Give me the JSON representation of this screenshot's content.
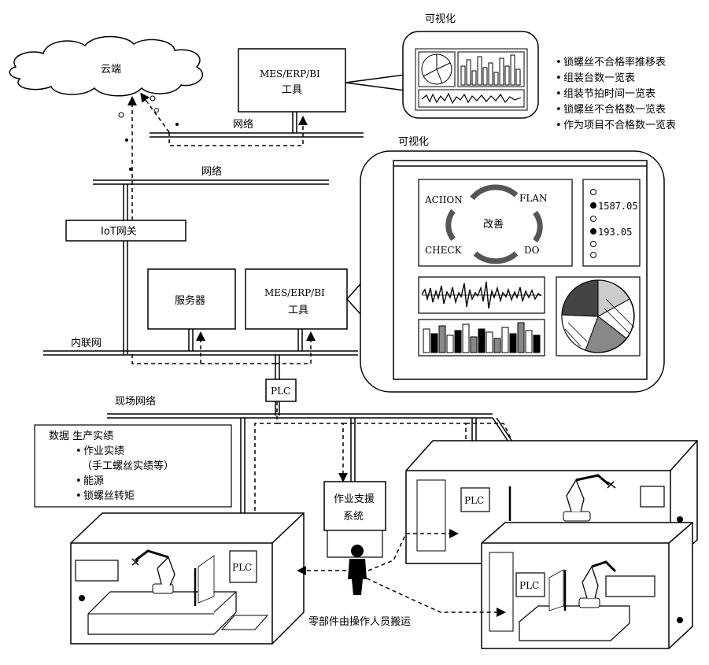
{
  "cloud_label": "云端",
  "tool_top": {
    "line1": "MES/ERP/BI",
    "line2": "工具"
  },
  "network_top": "网络",
  "visual_top_title": "可视化",
  "visual_list": [
    "锁螺丝不合格率推移表",
    "组装台数一览表",
    "组装节拍时间一览表",
    "锁螺丝不合格数一览表",
    "作为项目不合格数一览表"
  ],
  "network_mid": "网络",
  "iot_gateway": "IoT网关",
  "visual_mid_title": "可视化",
  "pdca": {
    "action": "ACIION",
    "plan": "FLAN",
    "check": "CHECK",
    "do": "DO",
    "center": "改善"
  },
  "readouts": [
    "1587.05",
    "193.05"
  ],
  "server_label": "服务器",
  "tool_mid": {
    "line1": "MES/ERP/BI",
    "line2": "工具"
  },
  "intranet_label": "内联网",
  "plc_label": "PLC",
  "field_network_label": "现场网络",
  "data_box": {
    "title": "数据  生产实绩",
    "items": [
      "作业实绩",
      "（手工螺丝实绩等）",
      "能源",
      "锁螺丝转矩"
    ]
  },
  "support_system": {
    "line1": "作业支援",
    "line2": "系统"
  },
  "caption": "零部件由操作人员搬运"
}
